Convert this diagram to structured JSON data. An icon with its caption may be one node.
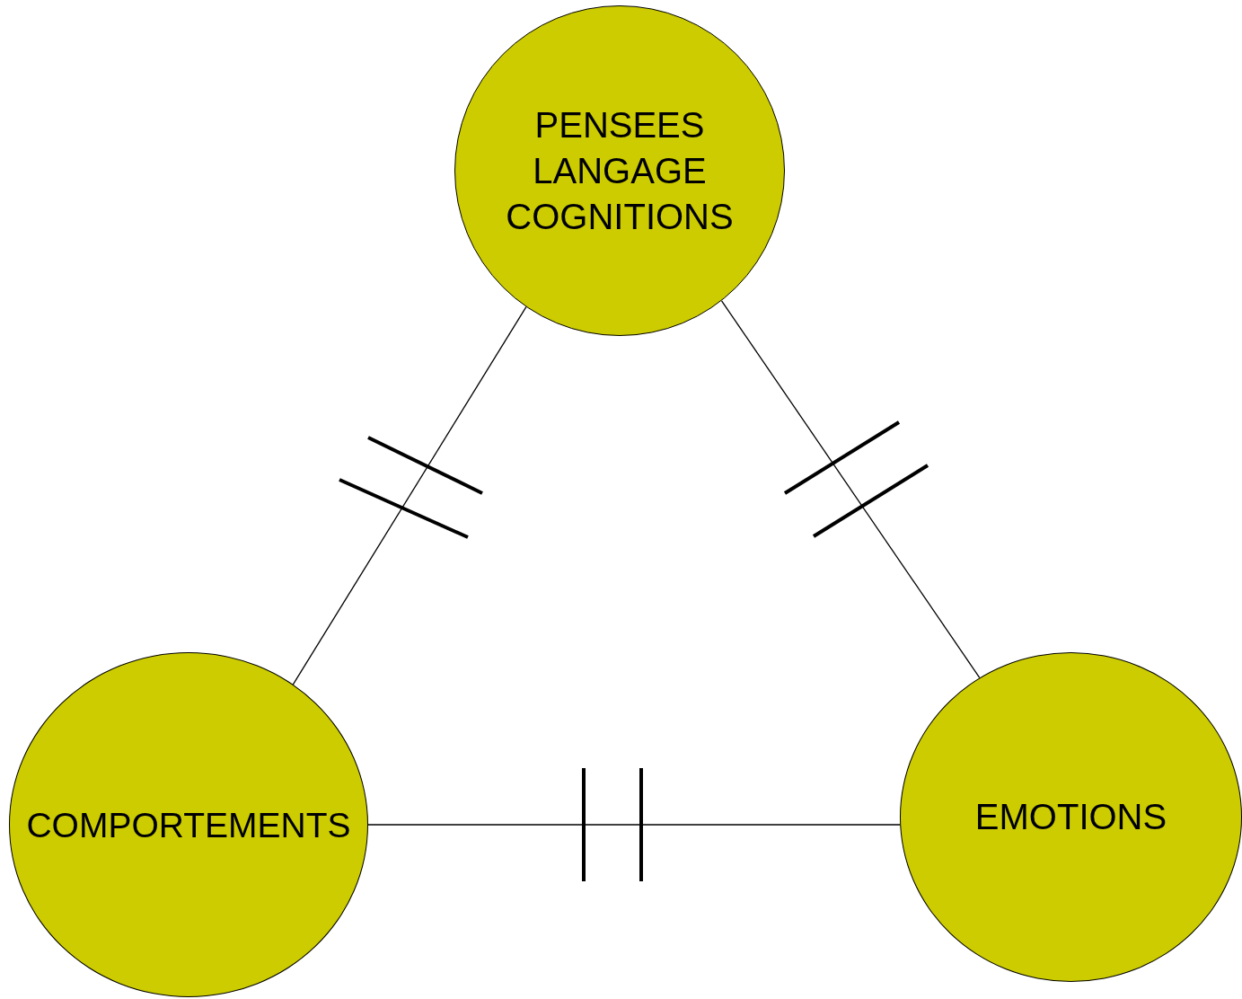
{
  "diagram": {
    "nodes": [
      {
        "text": [
          "PENSEES LANGAGE COGNITIONS"
        ]
      },
      {
        "text": [
          "COMPORTEMENTS"
        ]
      },
      {
        "text": [
          "EMOTIONS"
        ]
      }
    ],
    "edges": [
      {
        "from": 0,
        "to": 1,
        "arrow": "none"
      },
      {
        "from": 0,
        "to": 2,
        "arrow": "none"
      },
      {
        "from": 1,
        "to": 2,
        "arrow": "none"
      }
    ]
  }
}
